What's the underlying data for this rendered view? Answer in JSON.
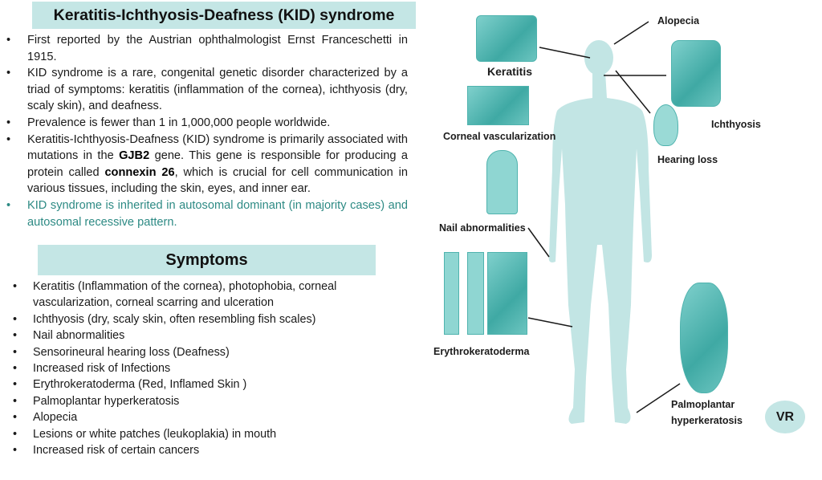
{
  "title": "Keratitis-Ichthyosis-Deafness (KID) syndrome",
  "intro": [
    {
      "text": "First reported by the Austrian ophthalmologist Ernst Franceschetti in 1915."
    },
    {
      "text": "KID syndrome is a rare, congenital genetic disorder characterized by a triad of symptoms: keratitis (inflammation of the cornea), ichthyosis (dry, scaly skin), and deafness."
    },
    {
      "text": "Prevalence is fewer than 1 in 1,000,000 people worldwide."
    },
    {
      "p1": "Keratitis-Ichthyosis-Deafness (KID) syndrome is primarily associated with mutations in the ",
      "b1": "GJB2",
      "p2": " gene. This gene is responsible for producing a protein called ",
      "b2": "connexin 26",
      "p3": ", which is crucial for cell communication in various tissues, including the skin, eyes, and inner ear."
    },
    {
      "text": "KID syndrome is inherited in autosomal dominant (in majority cases) and autosomal recessive pattern."
    }
  ],
  "symptoms_heading": "Symptoms",
  "symptoms": [
    "Keratitis (Inflammation of the cornea), photophobia, corneal vascularization, corneal scarring and ulceration",
    "Ichthyosis (dry, scaly skin, often resembling fish scales)",
    "Nail abnormalities",
    "Sensorineural hearing loss (Deafness)",
    "Increased risk of Infections",
    "Erythrokeratoderma (Red, Inflamed Skin )",
    "Palmoplantar hyperkeratosis",
    "Alopecia",
    "Lesions or white patches (leukoplakia) in mouth",
    "Increased risk of certain cancers"
  ],
  "figure": {
    "keratitis": "Keratitis",
    "corneal": "Corneal vascularization",
    "nail": "Nail abnormalities",
    "erythro": "Erythrokeratoderma",
    "alopecia": "Alopecia",
    "ichthyosis": "Ichthyosis",
    "hearing": "Hearing loss",
    "palmo1": "Palmoplantar",
    "palmo2": "hyperkeratosis"
  },
  "badge": "VR",
  "colors": {
    "header_bg": "#c4e6e5",
    "silhouette": "#c2e5e4",
    "photo": "#3fa9a4",
    "teal_text": "#2d8a84"
  }
}
